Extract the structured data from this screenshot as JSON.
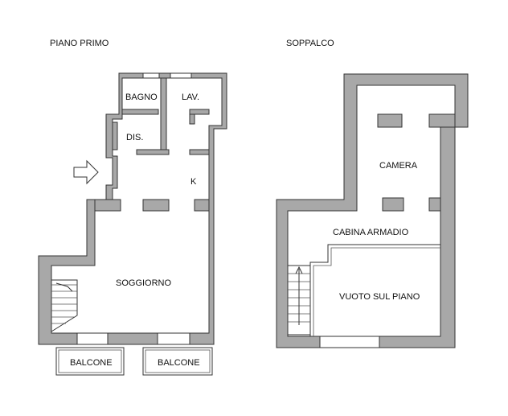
{
  "titles": {
    "left": "PIANO PRIMO",
    "right": "SOPPALCO"
  },
  "rooms": {
    "bagno": "BAGNO",
    "lav": "LAV.",
    "dis": "DIS.",
    "k": "K",
    "soggiorno": "SOGGIORNO",
    "balcone_left": "BALCONE",
    "balcone_right": "BALCONE",
    "camera": "CAMERA",
    "cabina_armadio": "CABINA ARMADIO",
    "vuoto": "VUOTO SUL PIANO"
  },
  "colors": {
    "wall_fill": "#a8a8a8",
    "outline": "#333333"
  },
  "icons": {
    "entrance": "entrance-arrow-icon"
  }
}
